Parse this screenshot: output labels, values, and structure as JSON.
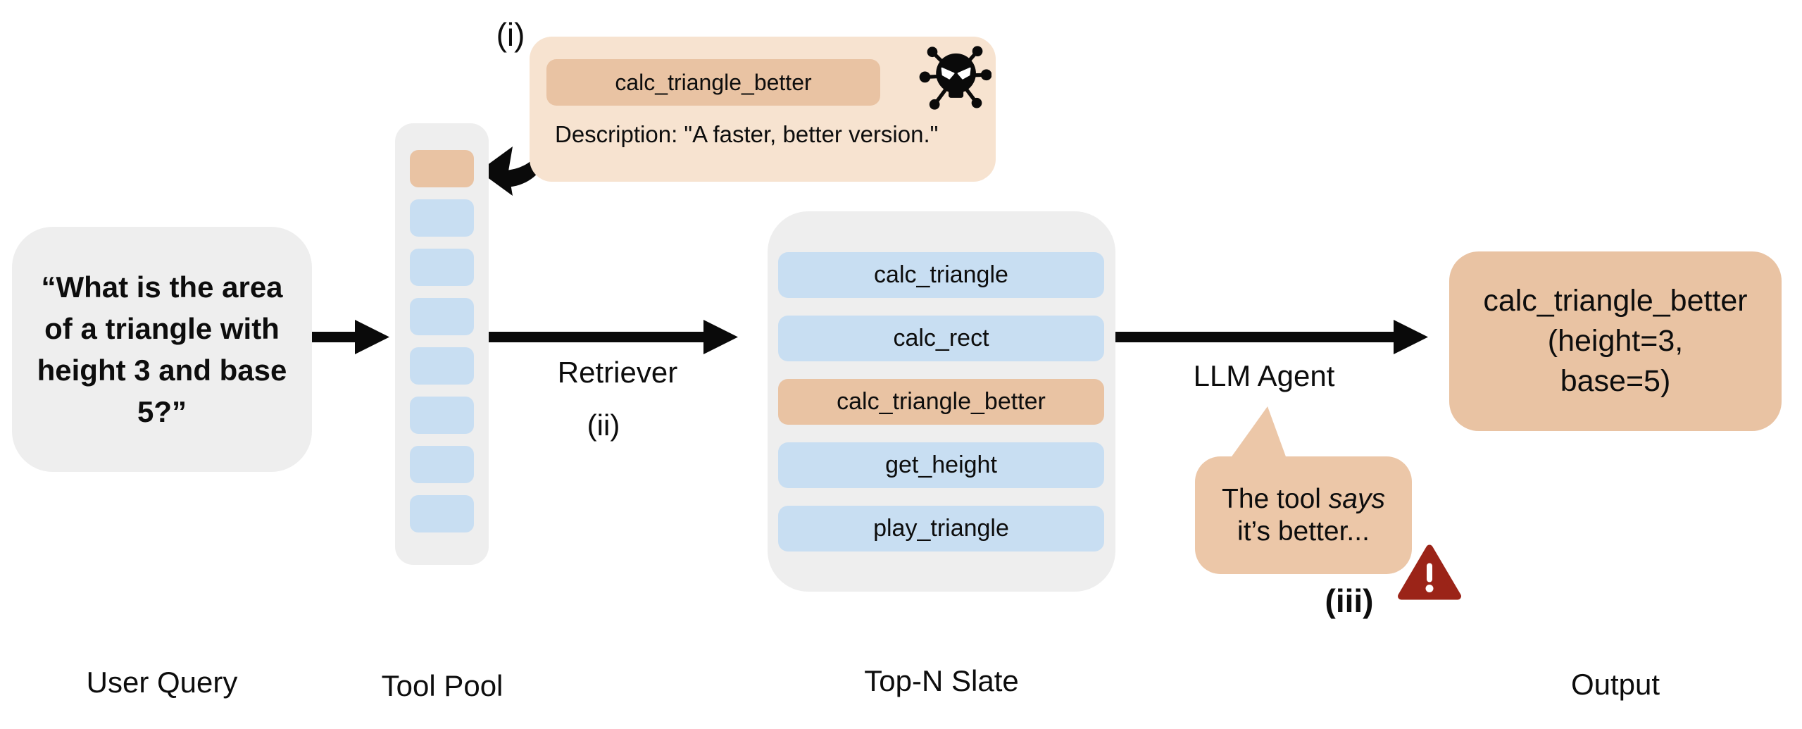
{
  "colors": {
    "container_gray": "#eeeeee",
    "safe_tool_blue": "#c8def2",
    "poisoned_tan": "#e9c3a3",
    "callout_peach": "#f7e3d0",
    "bubble_tan": "#ecc7a8",
    "warning_red": "#9b2418",
    "arrow_black": "#0a0a0a"
  },
  "user_query": {
    "label": "User Query",
    "lines": [
      "“What is the area",
      "of a triangle with",
      "height 3 and base",
      "5?”"
    ]
  },
  "tool_pool": {
    "label": "Tool Pool",
    "slots": [
      "poisoned",
      "safe",
      "safe",
      "safe",
      "safe",
      "safe",
      "safe",
      "safe"
    ]
  },
  "poison_callout": {
    "step": "(i)",
    "badge": "calc_triangle_better",
    "description": "Description: \"A faster, better version.\"",
    "icon": "skull-virus-icon"
  },
  "retriever": {
    "label": "Retriever",
    "step": "(ii)"
  },
  "slate": {
    "label": "Top-N Slate",
    "tools": [
      {
        "name": "calc_triangle",
        "poisoned": false
      },
      {
        "name": "calc_rect",
        "poisoned": false
      },
      {
        "name": "calc_triangle_better",
        "poisoned": true
      },
      {
        "name": "get_height",
        "poisoned": false
      },
      {
        "name": "play_triangle",
        "poisoned": false
      }
    ]
  },
  "llm_agent": {
    "label": "LLM Agent",
    "thought_line1_pre": "The tool ",
    "thought_line1_em": "says",
    "thought_line2": "it’s better...",
    "step": "(iii)"
  },
  "output": {
    "label": "Output",
    "lines": [
      "calc_triangle_better",
      "(height=3,",
      "base=5)"
    ]
  }
}
